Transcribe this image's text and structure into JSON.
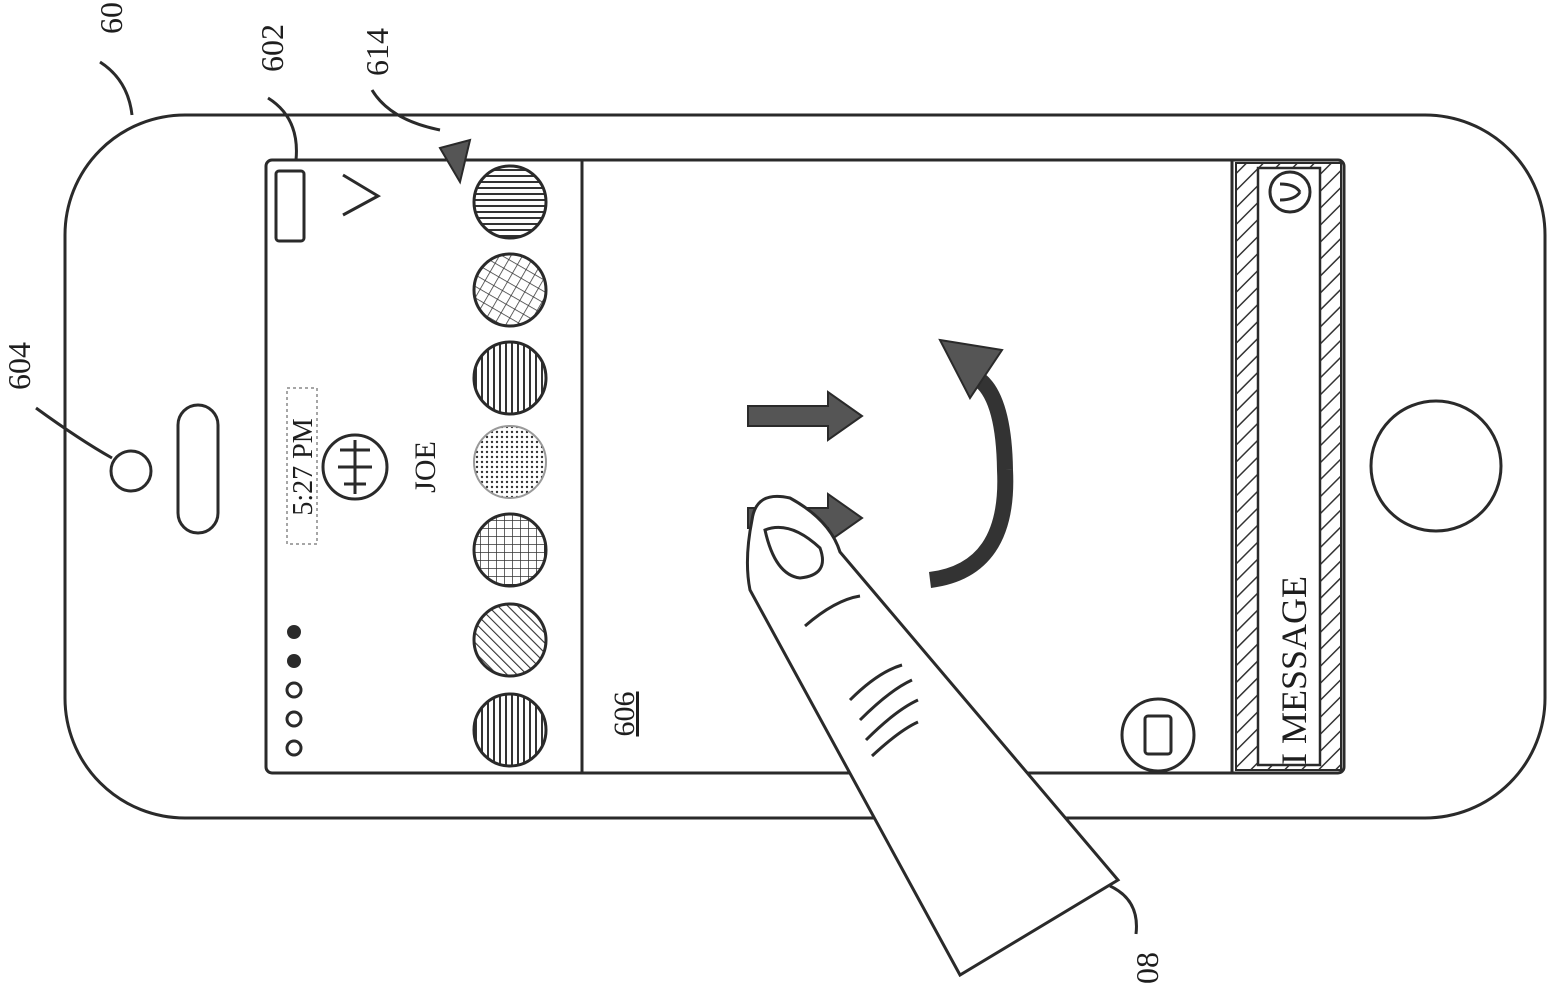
{
  "figure": {
    "ref_device": "60",
    "ref_display": "602",
    "ref_camera": "604",
    "ref_touch_area": "606",
    "ref_finger": "08",
    "ref_swatches": "614"
  },
  "status_bar": {
    "time": "5:27 PM",
    "contact": "JOE"
  },
  "composer": {
    "placeholder": "I MESSAGE"
  },
  "icons": [
    "signal-dots-icon",
    "battery-icon",
    "chevron-icon",
    "avatar-icon",
    "emoji-icon",
    "camera-icon",
    "home-button-icon",
    "finger-icon",
    "swipe-arrow-icon",
    "curved-arrow-icon"
  ],
  "swatch_patterns": [
    "dense-stipple",
    "diagonal-hatch",
    "vertical-lines",
    "cross-hatch",
    "grid",
    "diagonal-stripe",
    "vertical-stripe"
  ]
}
